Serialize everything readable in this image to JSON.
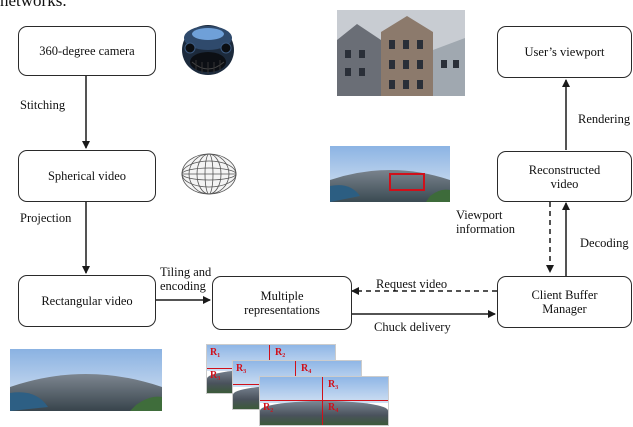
{
  "header_fragment": "networks.",
  "nodes": {
    "camera": "360-degree camera",
    "spherical": "Spherical video",
    "rectangular": "Rectangular video",
    "multiple": "Multiple representations",
    "client": "Client Buffer Manager",
    "reconstructed": "Reconstructed video",
    "viewport": "User’s viewport"
  },
  "edges": {
    "stitching": "Stitching",
    "projection": "Projection",
    "tiling": "Tiling and encoding",
    "request": "Request video",
    "delivery": "Chuck delivery",
    "viewport_info": "Viewport information",
    "decoding": "Decoding",
    "rendering": "Rendering"
  },
  "tile_labels": [
    "R₁",
    "R₂",
    "R₃",
    "R₄"
  ],
  "colors": {
    "highlight": "#d0101a",
    "line": "#1a1a1a"
  }
}
